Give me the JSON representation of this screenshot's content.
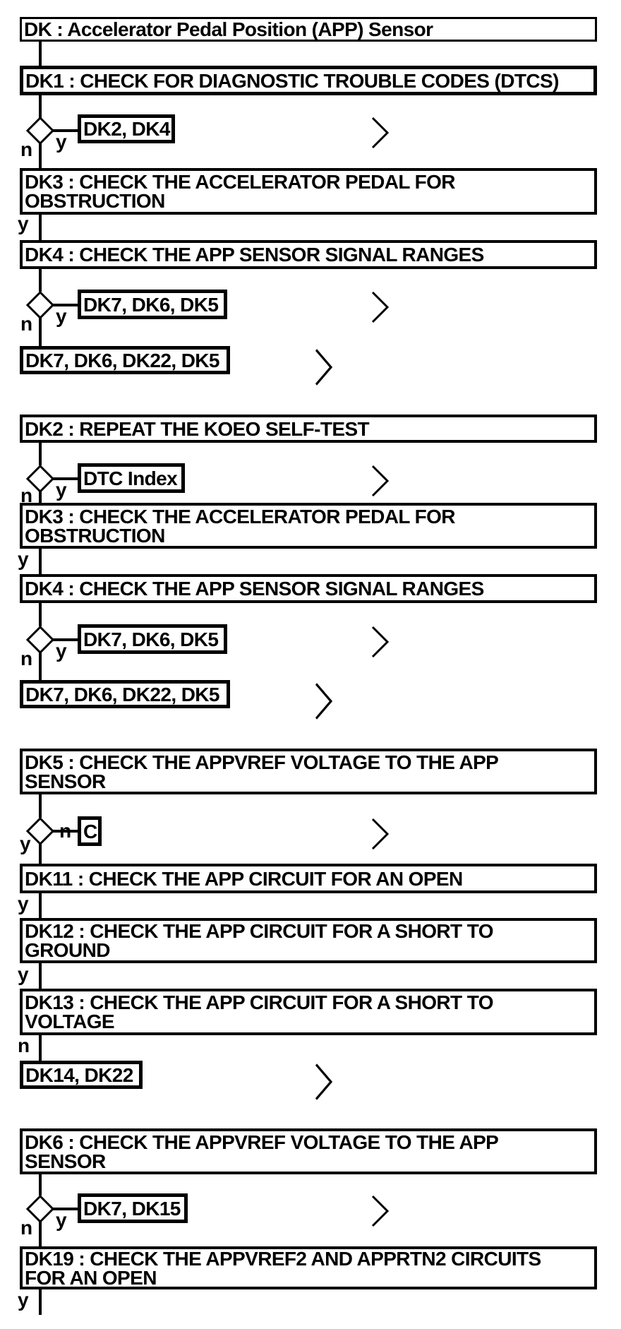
{
  "diagram": {
    "title": "DK : Accelerator Pedal Position (APP) Sensor",
    "labels": {
      "yes": "y",
      "no": "n"
    },
    "icons": {
      "continue": "chevron-right",
      "decision": "diamond"
    },
    "colors": {
      "ink": "#000000",
      "background": "#ffffff"
    },
    "nodes": {
      "dk1": {
        "lines": [
          "DK1 : CHECK FOR DIAGNOSTIC TROUBLE CODES (DTCS)"
        ]
      },
      "dk3a": {
        "lines": [
          "DK3 : CHECK THE ACCELERATOR PEDAL FOR",
          "OBSTRUCTION"
        ]
      },
      "dk4a": {
        "lines": [
          "DK4 : CHECK THE APP SENSOR SIGNAL RANGES"
        ]
      },
      "dk2": {
        "lines": [
          "DK2 : REPEAT THE KOEO SELF-TEST"
        ]
      },
      "dk3b": {
        "lines": [
          "DK3 : CHECK THE ACCELERATOR PEDAL FOR",
          "OBSTRUCTION"
        ]
      },
      "dk4b": {
        "lines": [
          "DK4 : CHECK THE APP SENSOR SIGNAL RANGES"
        ]
      },
      "dk5": {
        "lines": [
          "DK5 : CHECK THE APPVREF VOLTAGE TO THE APP",
          "SENSOR"
        ]
      },
      "dk11": {
        "lines": [
          "DK11 : CHECK THE APP CIRCUIT FOR AN OPEN"
        ]
      },
      "dk12": {
        "lines": [
          "DK12 : CHECK THE APP CIRCUIT FOR A SHORT TO",
          "GROUND"
        ]
      },
      "dk13": {
        "lines": [
          "DK13 : CHECK THE APP CIRCUIT FOR A SHORT TO",
          "VOLTAGE"
        ]
      },
      "dk6": {
        "lines": [
          "DK6 : CHECK THE APPVREF VOLTAGE TO THE APP",
          "SENSOR"
        ]
      },
      "dk19": {
        "lines": [
          "DK19 : CHECK THE APPVREF2 AND APPRTN2 CIRCUITS",
          "FOR AN OPEN"
        ]
      }
    },
    "refs": {
      "dk2_dk4": "DK2, DK4",
      "dk7_dk6_dk5": "DK7, DK6, DK5",
      "dk7_dk6_dk22_dk5": "DK7, DK6, DK22, DK5",
      "dtc_index": "DTC Index",
      "c": "C",
      "dk14_dk22": "DK14, DK22",
      "dk7_dk15": "DK7, DK15"
    }
  }
}
